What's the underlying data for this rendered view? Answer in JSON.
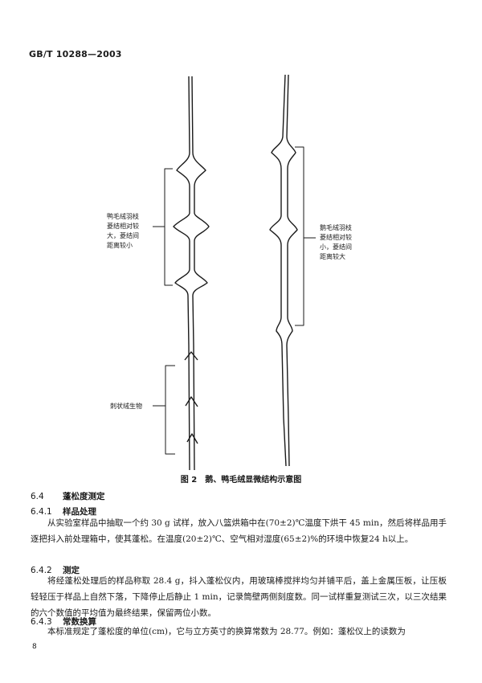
{
  "header": {
    "standard_code": "GB/T 10288—2003"
  },
  "figure": {
    "label_left_upper": [
      "鸭毛绒羽枝",
      "菱结相对较",
      "大，菱结间",
      "距离较小"
    ],
    "label_left_lower": "刺状绒生物",
    "label_right": [
      "鹅毛绒羽枝",
      "菱结相对较",
      "小，菱结间",
      "距离较大"
    ],
    "caption": "图 2　鹅、鸭毛绒显微结构示意图"
  },
  "sections": [
    {
      "number": "6.4",
      "title": "蓬松度测定"
    },
    {
      "number": "6.4.1",
      "title": "样品处理"
    },
    {
      "number": "6.4.2",
      "title": "测定"
    },
    {
      "number": "6.4.3",
      "title": "常数换算"
    }
  ],
  "paragraphs": {
    "p641": "从实验室样品中抽取一个约 30 g 试样，放入八篮烘箱中在(70±2)℃温度下烘干 45 min，然后将样品用手逐把抖入前处理箱中，使其蓬松。在温度(20±2)℃、空气相对湿度(65±2)%的环境中恢复24 h以上。",
    "p642": "将经蓬松处理后的样品称取 28.4 g，抖入蓬松仪内，用玻璃棒搅拌均匀并铺平后，盖上金属压板，让压板轻轻压于样品上自然下落，下降停止后静止 1 min，记录筒壁两侧刻度数。同一试样重复测试三次，以三次结果的六个数值的平均值为最终结果，保留两位小数。",
    "p643": "本标准规定了蓬松度的单位(cm)，它与立方英寸的换算常数为 28.77。例如：蓬松仪上的读数为"
  },
  "footer": {
    "page_number": "8"
  }
}
